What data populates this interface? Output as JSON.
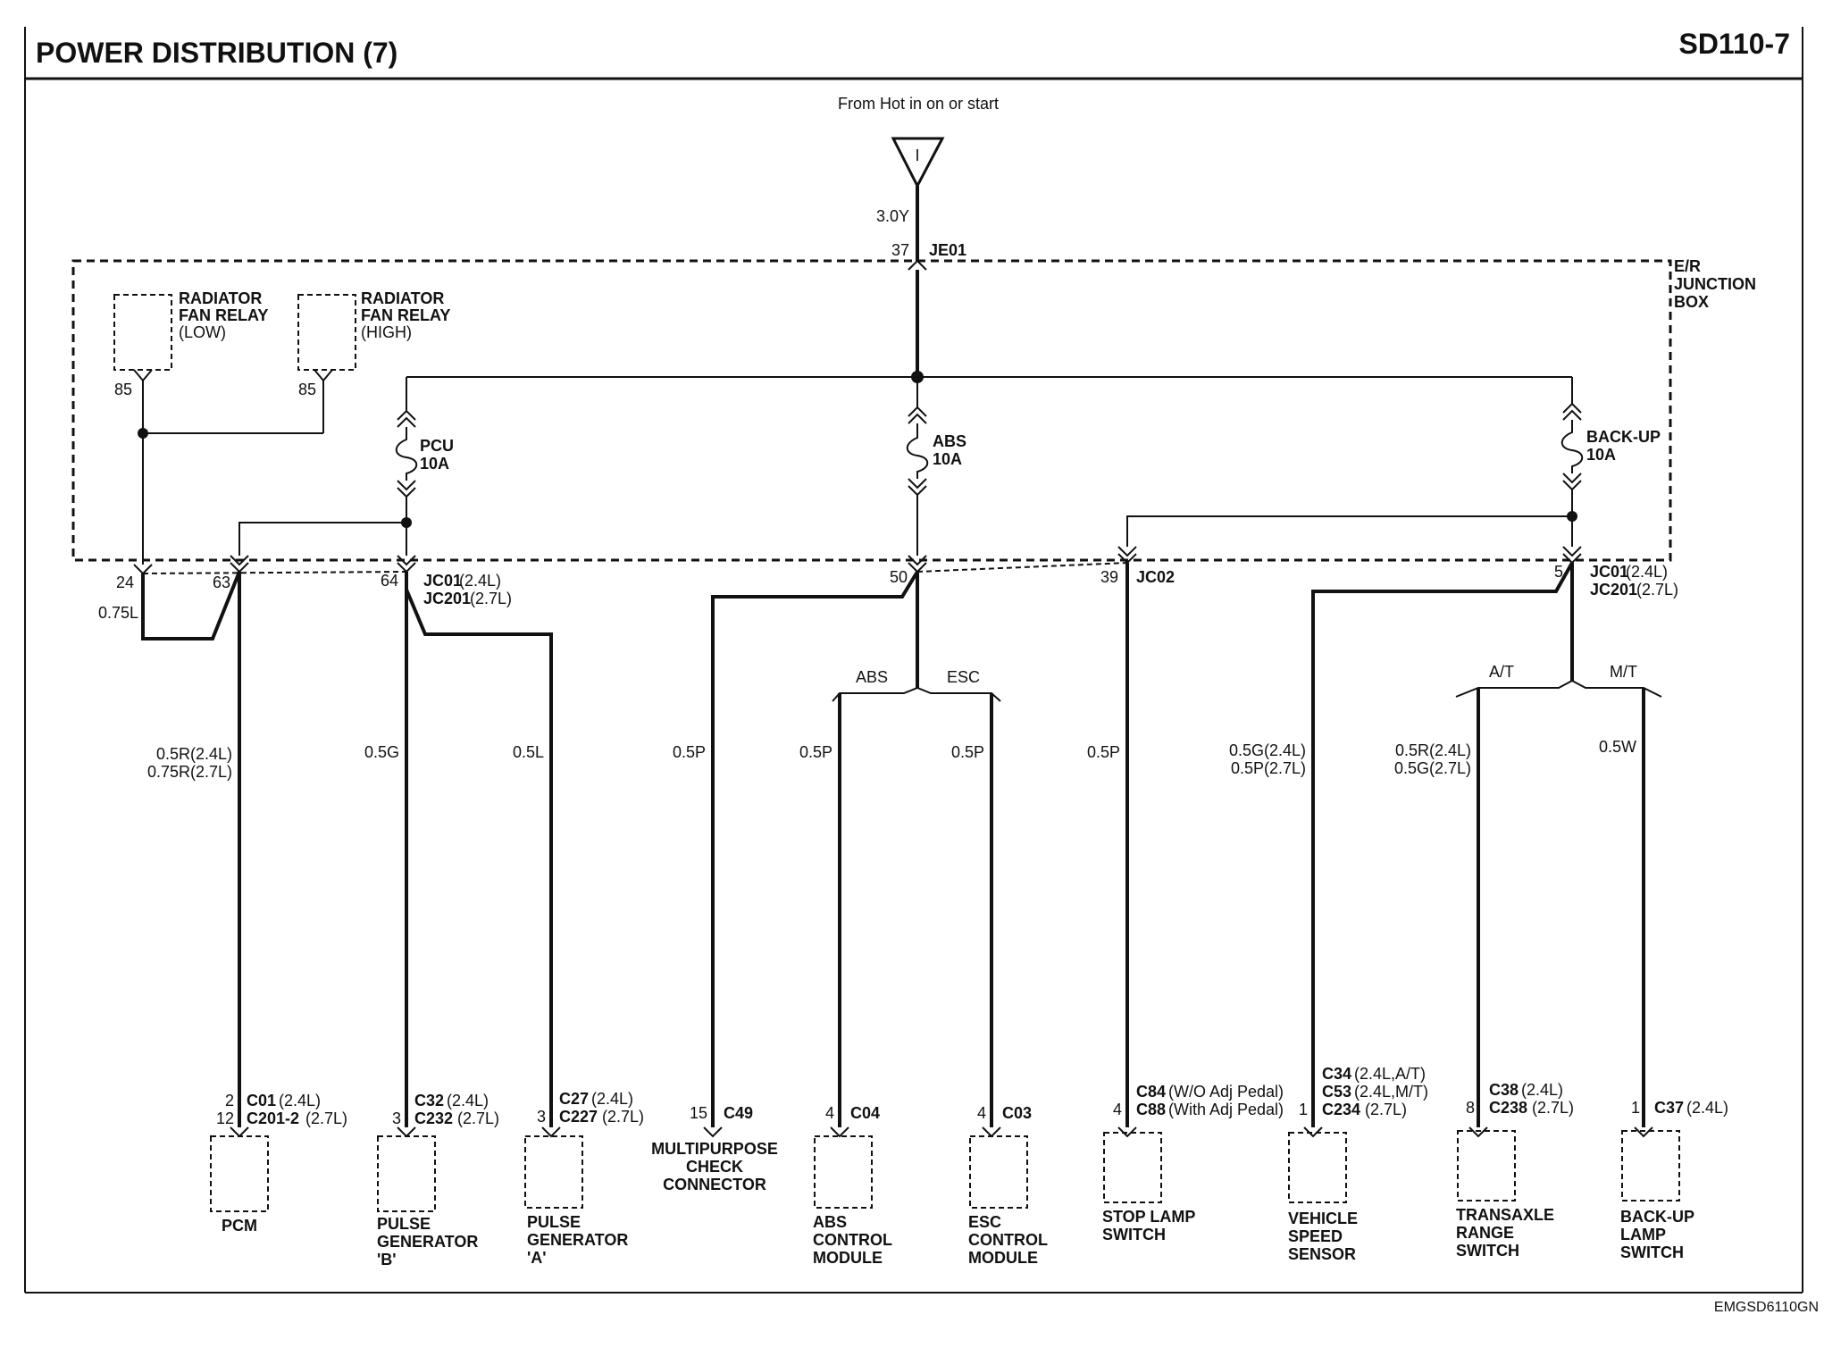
{
  "header": {
    "title": "POWER DISTRIBUTION (7)",
    "code": "SD110-7"
  },
  "footer": {
    "code": "EMGSD6110GN"
  },
  "source": {
    "label": "From Hot in on or start",
    "symbol": "I",
    "wire": "3.0Y",
    "pin": "37",
    "connector": "JE01"
  },
  "junction_box": {
    "line1": "E/R",
    "line2": "JUNCTION",
    "line3": "BOX"
  },
  "relays": [
    {
      "line1": "RADIATOR",
      "line2": "FAN RELAY",
      "line3": "(LOW)",
      "pin": "85"
    },
    {
      "line1": "RADIATOR",
      "line2": "FAN RELAY",
      "line3": "(HIGH)",
      "pin": "85"
    }
  ],
  "fuses": [
    {
      "name": "PCU",
      "rating": "10A"
    },
    {
      "name": "ABS",
      "rating": "10A"
    },
    {
      "name": "BACK-UP",
      "rating": "10A"
    }
  ],
  "jb_pins": {
    "p24": "24",
    "p63": "63",
    "p64": "64",
    "p50": "50",
    "p39": "39",
    "p5": "5",
    "jc01_a": "JC01",
    "jc01_a_note": "(2.4L)",
    "jc201_a": "JC201",
    "jc201_a_note": "(2.7L)",
    "jc02": "JC02",
    "jc01_b": "JC01",
    "jc01_b_note": "(2.4L)",
    "jc201_b": "JC201",
    "jc201_b_note": "(2.7L)"
  },
  "wires": {
    "w075l": "0.75L",
    "pcm_1": "0.5R(2.4L)",
    "pcm_2": "0.75R(2.7L)",
    "pgb": "0.5G",
    "pga": "0.5L",
    "mcc": "0.5P",
    "abs": "0.5P",
    "esc": "0.5P",
    "stop": "0.5P",
    "vss_1": "0.5G(2.4L)",
    "vss_2": "0.5P(2.7L)",
    "trs_1": "0.5R(2.4L)",
    "trs_2": "0.5G(2.7L)",
    "bul": "0.5W"
  },
  "branches": {
    "abs": "ABS",
    "esc": "ESC",
    "at": "A/T",
    "mt": "M/T"
  },
  "components": {
    "pcm": {
      "pin1": "2",
      "pin2": "12",
      "conn1": "C01",
      "conn1_note": "(2.4L)",
      "conn2": "C201-2",
      "conn2_note": "(2.7L)",
      "name": "PCM"
    },
    "pgb": {
      "pin": "3",
      "conn1": "C32",
      "conn1_note": "(2.4L)",
      "conn2": "C232",
      "conn2_note": "(2.7L)",
      "name1": "PULSE",
      "name2": "GENERATOR",
      "name3": "'B'"
    },
    "pga": {
      "pin": "3",
      "conn1": "C27",
      "conn1_note": "(2.4L)",
      "conn2": "C227",
      "conn2_note": "(2.7L)",
      "name1": "PULSE",
      "name2": "GENERATOR",
      "name3": "'A'"
    },
    "mcc": {
      "pin": "15",
      "conn": "C49",
      "name1": "MULTIPURPOSE",
      "name2": "CHECK",
      "name3": "CONNECTOR"
    },
    "abs": {
      "pin": "4",
      "conn": "C04",
      "name1": "ABS",
      "name2": "CONTROL",
      "name3": "MODULE"
    },
    "esc": {
      "pin": "4",
      "conn": "C03",
      "name1": "ESC",
      "name2": "CONTROL",
      "name3": "MODULE"
    },
    "stop": {
      "pin": "4",
      "conn1": "C84",
      "conn1_note": "(W/O Adj Pedal)",
      "conn2": "C88",
      "conn2_note": "(With Adj Pedal)",
      "name1": "STOP LAMP",
      "name2": "SWITCH"
    },
    "vss": {
      "pin": "1",
      "conn1": "C34",
      "conn1_note": "(2.4L,A/T)",
      "conn2": "C53",
      "conn2_note": "(2.4L,M/T)",
      "conn3": "C234",
      "conn3_note": "(2.7L)",
      "name1": "VEHICLE",
      "name2": "SPEED",
      "name3": "SENSOR"
    },
    "trs": {
      "pin": "8",
      "conn1": "C38",
      "conn1_note": "(2.4L)",
      "conn2": "C238",
      "conn2_note": "(2.7L)",
      "name1": "TRANSAXLE",
      "name2": "RANGE",
      "name3": "SWITCH"
    },
    "bul": {
      "pin": "1",
      "conn": "C37",
      "conn_note": "(2.4L)",
      "name1": "BACK-UP",
      "name2": "LAMP",
      "name3": "SWITCH"
    }
  }
}
